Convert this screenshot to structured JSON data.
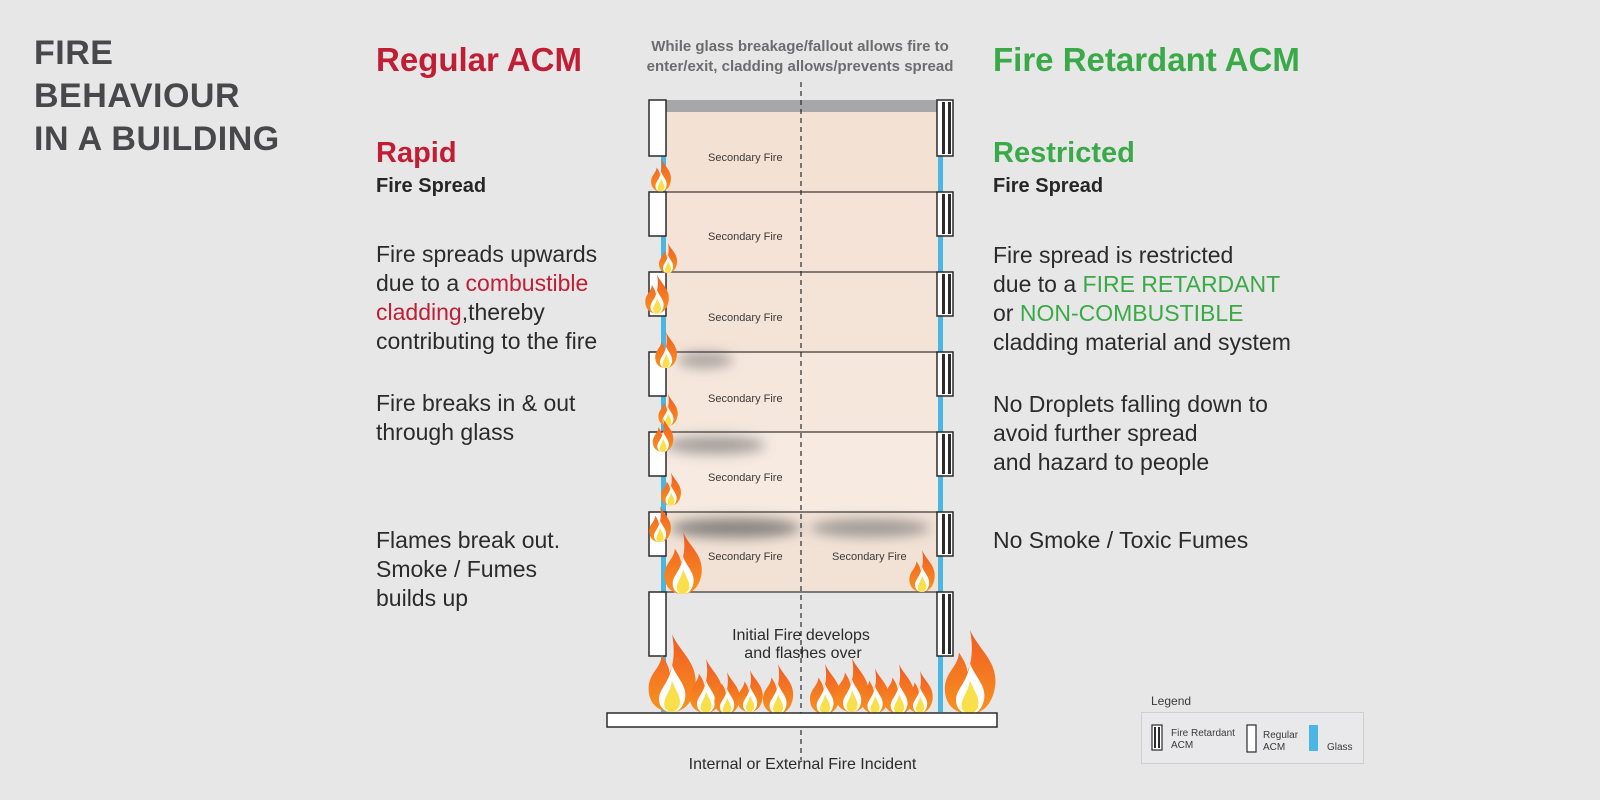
{
  "title": {
    "lines": [
      "FIRE",
      "BEHAVIOUR",
      "IN A BUILDING"
    ]
  },
  "top_caption": {
    "line1": "While glass breakage/fallout allows fire to",
    "line2": "enter/exit, cladding allows/prevents spread"
  },
  "left": {
    "heading": "Regular ACM",
    "speed": "Rapid",
    "speed_sub": "Fire Spread",
    "p1": {
      "l1": "Fire spreads upwards",
      "l2_a": "due to a ",
      "l2_b": "combustible",
      "l3_a": "cladding",
      "l3_b": ",thereby",
      "l4": "contributing to the fire"
    },
    "p2": {
      "l1": "Fire breaks in & out",
      "l2": "through glass"
    },
    "p3": {
      "l1": "Flames break out.",
      "l2": "Smoke / Fumes",
      "l3": "builds up"
    }
  },
  "right": {
    "heading": "Fire Retardant ACM",
    "speed": "Restricted",
    "speed_sub": "Fire Spread",
    "p1": {
      "l1": "Fire spread is restricted",
      "l2_a": "due to a ",
      "l2_b": "FIRE RETARDANT",
      "l3_a": "or ",
      "l3_b": "NON-COMBUSTIBLE",
      "l4": "cladding material and system"
    },
    "p2": {
      "l1": "No Droplets falling down to",
      "l2": "avoid further spread",
      "l3": "and hazard to people"
    },
    "p3": {
      "l1": "No Smoke / Toxic Fumes"
    }
  },
  "building": {
    "floor_label": "Secondary Fire",
    "initial_fire": {
      "l1": "Initial Fire develops",
      "l2": "and flashes over"
    }
  },
  "bottom_caption": "Internal or External Fire Incident",
  "legend": {
    "title": "Legend",
    "fr_acm": {
      "l1": "Fire Retardant",
      "l2": "ACM"
    },
    "regular_acm": {
      "l1": "Regular",
      "l2": "ACM"
    },
    "glass": "Glass"
  },
  "colors": {
    "red": "#c01e35",
    "green": "#3aaa48",
    "glass": "#49b6e3",
    "fire": "#f26a2b",
    "floor_fill": "#f3e1d3"
  }
}
